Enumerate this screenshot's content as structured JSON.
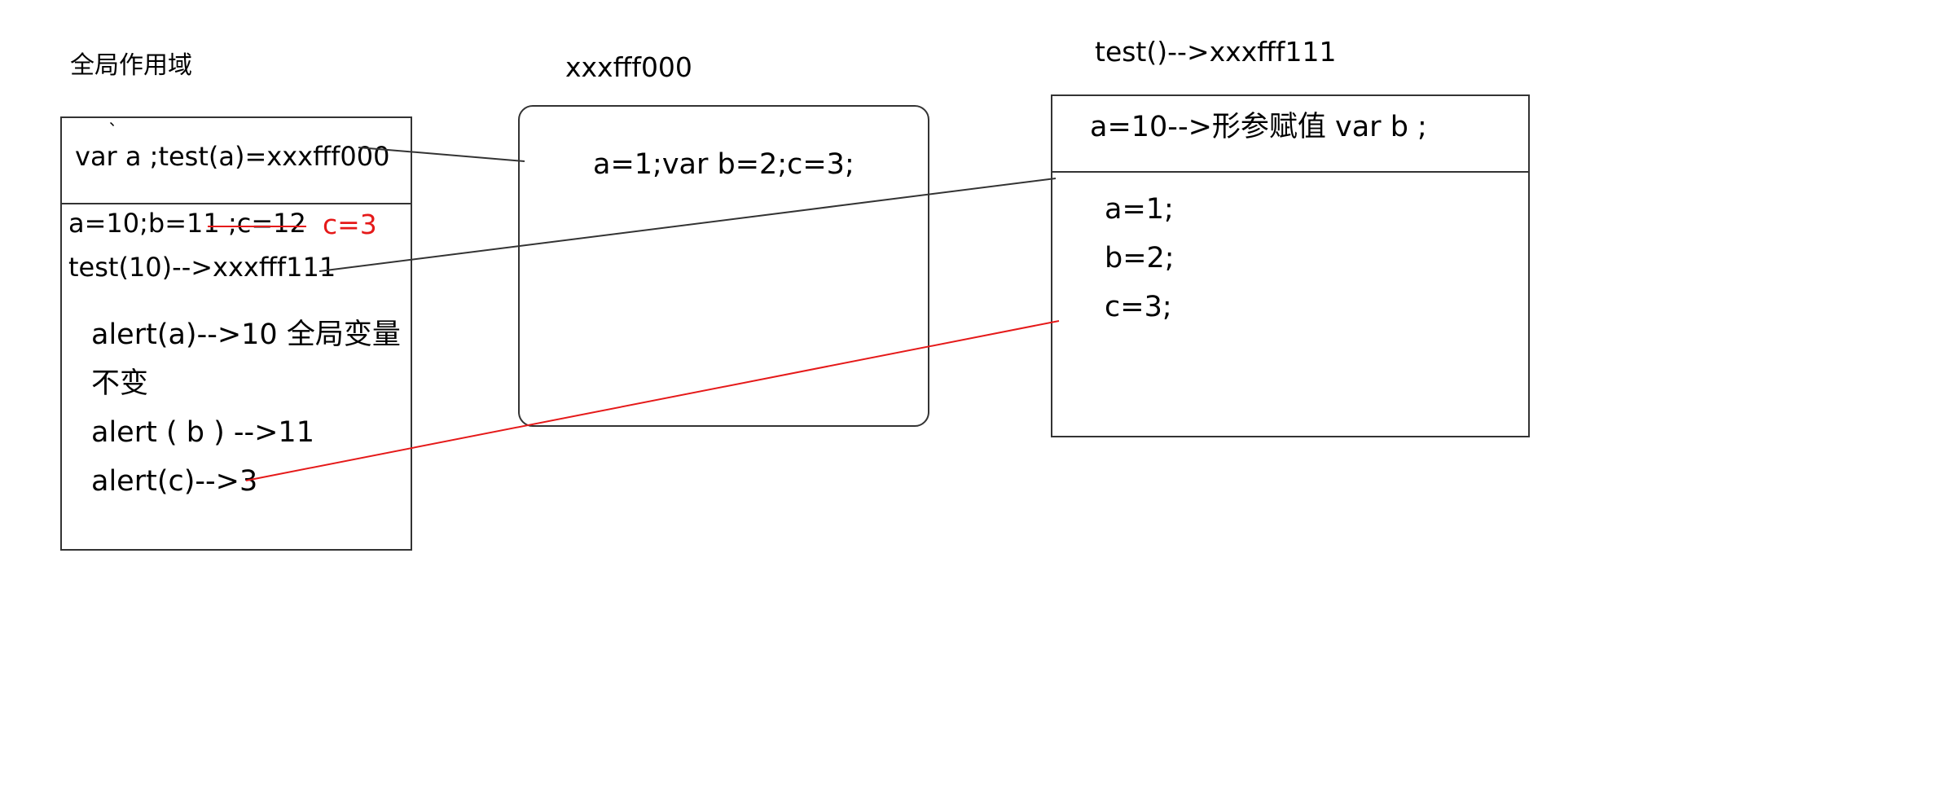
{
  "colors": {
    "ink": "#000000",
    "border": "#333333",
    "annotation": "#e51919"
  },
  "global_scope": {
    "title": "全局作用域",
    "tick_mark": "、",
    "declaration": "var a ;test(a)=xxxfff000",
    "assignment": "a=10;b=11 ;c=12",
    "override_note": "c=3",
    "call": "test(10)-->xxxfff111",
    "alert_a": "alert(a)-->10  全局变量",
    "alert_a_cont": "不变",
    "alert_b": "alert ( b ) -->11",
    "alert_c": "alert(c)-->3"
  },
  "function_object": {
    "address_label": "xxxfff000",
    "body": "a=1;var b=2;c=3;"
  },
  "execution_context": {
    "title": "test()-->xxxfff111",
    "params": "a=10-->形参赋值  var b ;",
    "line1": "a=1;",
    "line2": "b=2;",
    "line3": "c=3;"
  }
}
